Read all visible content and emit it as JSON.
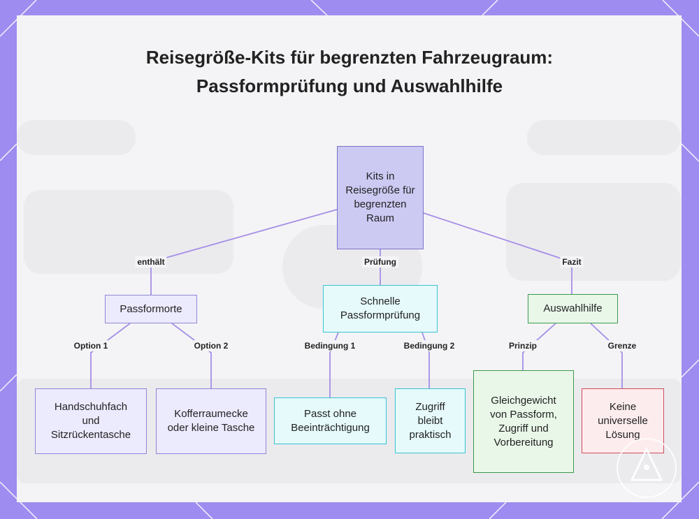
{
  "title": "Reisegröße-Kits für begrenzten Fahrzeugraum: Passformprüfung und Auswahlhilfe",
  "nodes": {
    "root": "Kits in Reisegröße für begrenzten Raum",
    "passformorte": "Passformorte",
    "schnelle": "Schnelle Passformprüfung",
    "auswahlhilfe": "Auswahlhilfe",
    "handschuhfach": "Handschuhfach und Sitzrückentasche",
    "kofferraum": "Kofferraumecke oder kleine Tasche",
    "passt": "Passt ohne Beeinträchtigung",
    "zugriff": "Zugriff bleibt praktisch",
    "gleichgewicht": "Gleichgewicht von Passform, Zugriff und Vorbereitung",
    "keine": "Keine universelle Lösung"
  },
  "edges": {
    "enthaelt": "enthält",
    "pruefung": "Prüfung",
    "fazit": "Fazit",
    "option1": "Option 1",
    "option2": "Option 2",
    "bedingung1": "Bedingung 1",
    "bedingung2": "Bedingung 2",
    "prinzip": "Prinzip",
    "grenze": "Grenze"
  },
  "colors": {
    "frame": "#9f8cf0",
    "edge": "#a58ee6",
    "root": "#ccc9f2",
    "level1_purple": "#eceafd",
    "level1_cyan": "#e6fafc",
    "level1_green": "#e9f7e9",
    "red": "#fdecee"
  }
}
